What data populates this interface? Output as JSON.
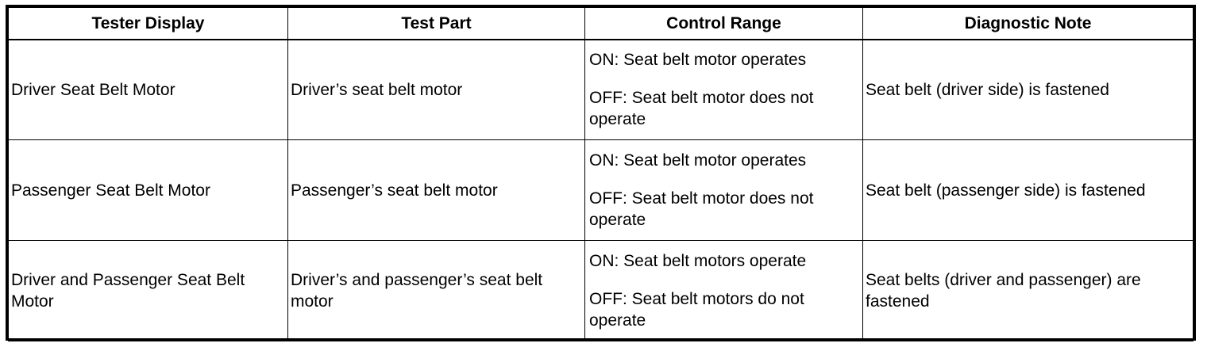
{
  "headers": [
    "Tester Display",
    "Test Part",
    "Control Range",
    "Diagnostic Note"
  ],
  "rows": [
    {
      "tester_display": "Driver Seat Belt Motor",
      "test_part": "Driver’s seat belt motor",
      "control_on": "ON: Seat belt motor operates",
      "control_off": "OFF: Seat belt motor does not operate",
      "diagnostic_note": "Seat belt (driver side) is fastened"
    },
    {
      "tester_display": "Passenger Seat Belt Motor",
      "test_part": "Passenger’s seat belt motor",
      "control_on": "ON: Seat belt motor operates",
      "control_off": "OFF: Seat belt motor does not operate",
      "diagnostic_note": "Seat belt (passenger side) is fastened"
    },
    {
      "tester_display": "Driver and Passenger Seat Belt Motor",
      "test_part": "Driver’s and passenger’s seat belt motor",
      "control_on": "ON: Seat belt motors operate",
      "control_off": "OFF: Seat belt motors do not operate",
      "diagnostic_note": "Seat belts (driver and passenger) are fastened"
    }
  ]
}
